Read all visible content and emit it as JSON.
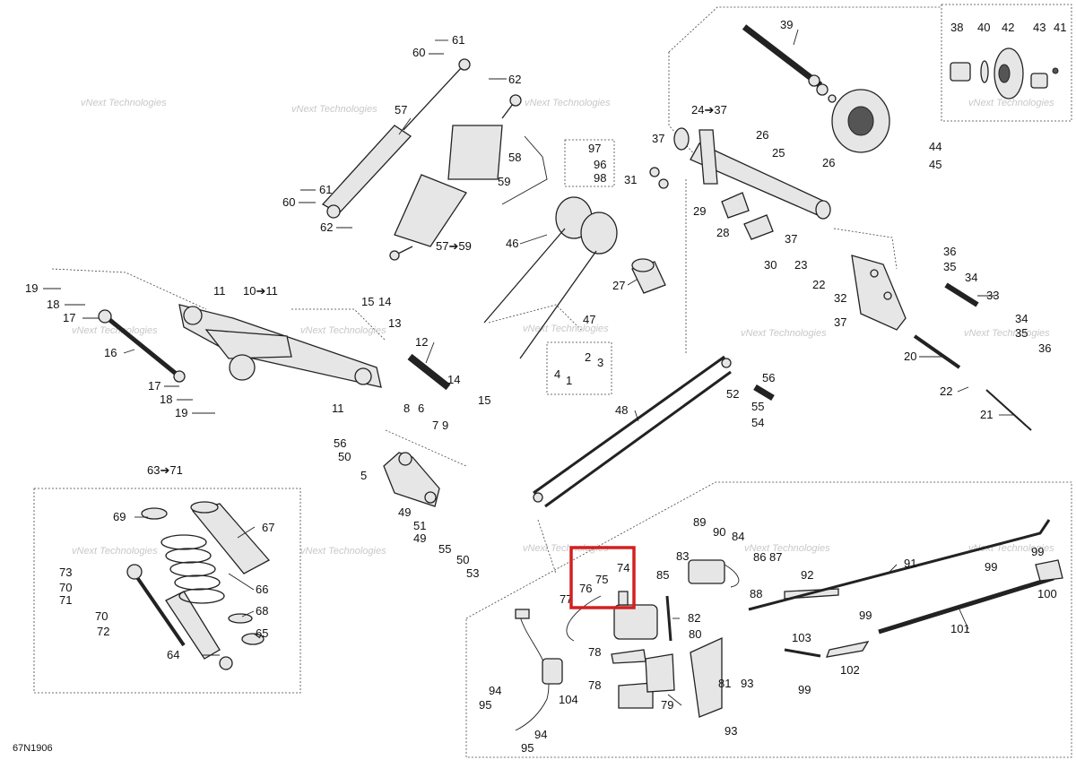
{
  "figure_code": "67N1906",
  "watermark": "vNext Technologies",
  "highlight_color": "#d42020",
  "callouts": {
    "c1": "1",
    "c2": "2",
    "c3": "3",
    "c4": "4",
    "c5": "5",
    "c6": "6",
    "c7": "7",
    "c8": "8",
    "c9": "9",
    "c10_11": "10➔11",
    "c11a": "11",
    "c11b": "11",
    "c12": "12",
    "c13": "13",
    "c14a": "14",
    "c14b": "14",
    "c15a": "15",
    "c15b": "15",
    "c16": "16",
    "c17a": "17",
    "c17b": "17",
    "c18a": "18",
    "c18b": "18",
    "c19a": "19",
    "c19b": "19",
    "c20": "20",
    "c21": "21",
    "c22a": "22",
    "c22b": "22",
    "c23": "23",
    "c24_37": "24➔37",
    "c25": "25",
    "c26a": "26",
    "c26b": "26",
    "c27": "27",
    "c28": "28",
    "c29": "29",
    "c30": "30",
    "c31": "31",
    "c32": "32",
    "c33": "33",
    "c34a": "34",
    "c34b": "34",
    "c35a": "35",
    "c35b": "35",
    "c36a": "36",
    "c36b": "36",
    "c37a": "37",
    "c37b": "37",
    "c37c": "37",
    "c38": "38",
    "c39": "39",
    "c40": "40",
    "c41": "41",
    "c42": "42",
    "c43": "43",
    "c44": "44",
    "c45": "45",
    "c46": "46",
    "c47": "47",
    "c48": "48",
    "c49a": "49",
    "c49b": "49",
    "c50a": "50",
    "c50b": "50",
    "c51": "51",
    "c52": "52",
    "c53": "53",
    "c54": "54",
    "c55a": "55",
    "c55b": "55",
    "c56a": "56",
    "c56b": "56",
    "c57": "57",
    "c57_59": "57➔59",
    "c58": "58",
    "c59": "59",
    "c60a": "60",
    "c60b": "60",
    "c61a": "61",
    "c61b": "61",
    "c62a": "62",
    "c62b": "62",
    "c63_71": "63➔71",
    "c64": "64",
    "c65": "65",
    "c66": "66",
    "c67": "67",
    "c68": "68",
    "c69": "69",
    "c70a": "70",
    "c70b": "70",
    "c71": "71",
    "c72": "72",
    "c73": "73",
    "c74": "74",
    "c75": "75",
    "c76": "76",
    "c77": "77",
    "c78a": "78",
    "c78b": "78",
    "c79": "79",
    "c80": "80",
    "c81": "81",
    "c82": "82",
    "c83": "83",
    "c84": "84",
    "c85": "85",
    "c86": "86",
    "c87": "87",
    "c88": "88",
    "c89": "89",
    "c90": "90",
    "c91": "91",
    "c92": "92",
    "c93a": "93",
    "c93b": "93",
    "c94a": "94",
    "c94b": "94",
    "c95a": "95",
    "c95b": "95",
    "c96": "96",
    "c97": "97",
    "c98": "98",
    "c99a": "99",
    "c99b": "99",
    "c99c": "99",
    "c99d": "99",
    "c100": "100",
    "c101": "101",
    "c102": "102",
    "c103": "103",
    "c104": "104"
  }
}
